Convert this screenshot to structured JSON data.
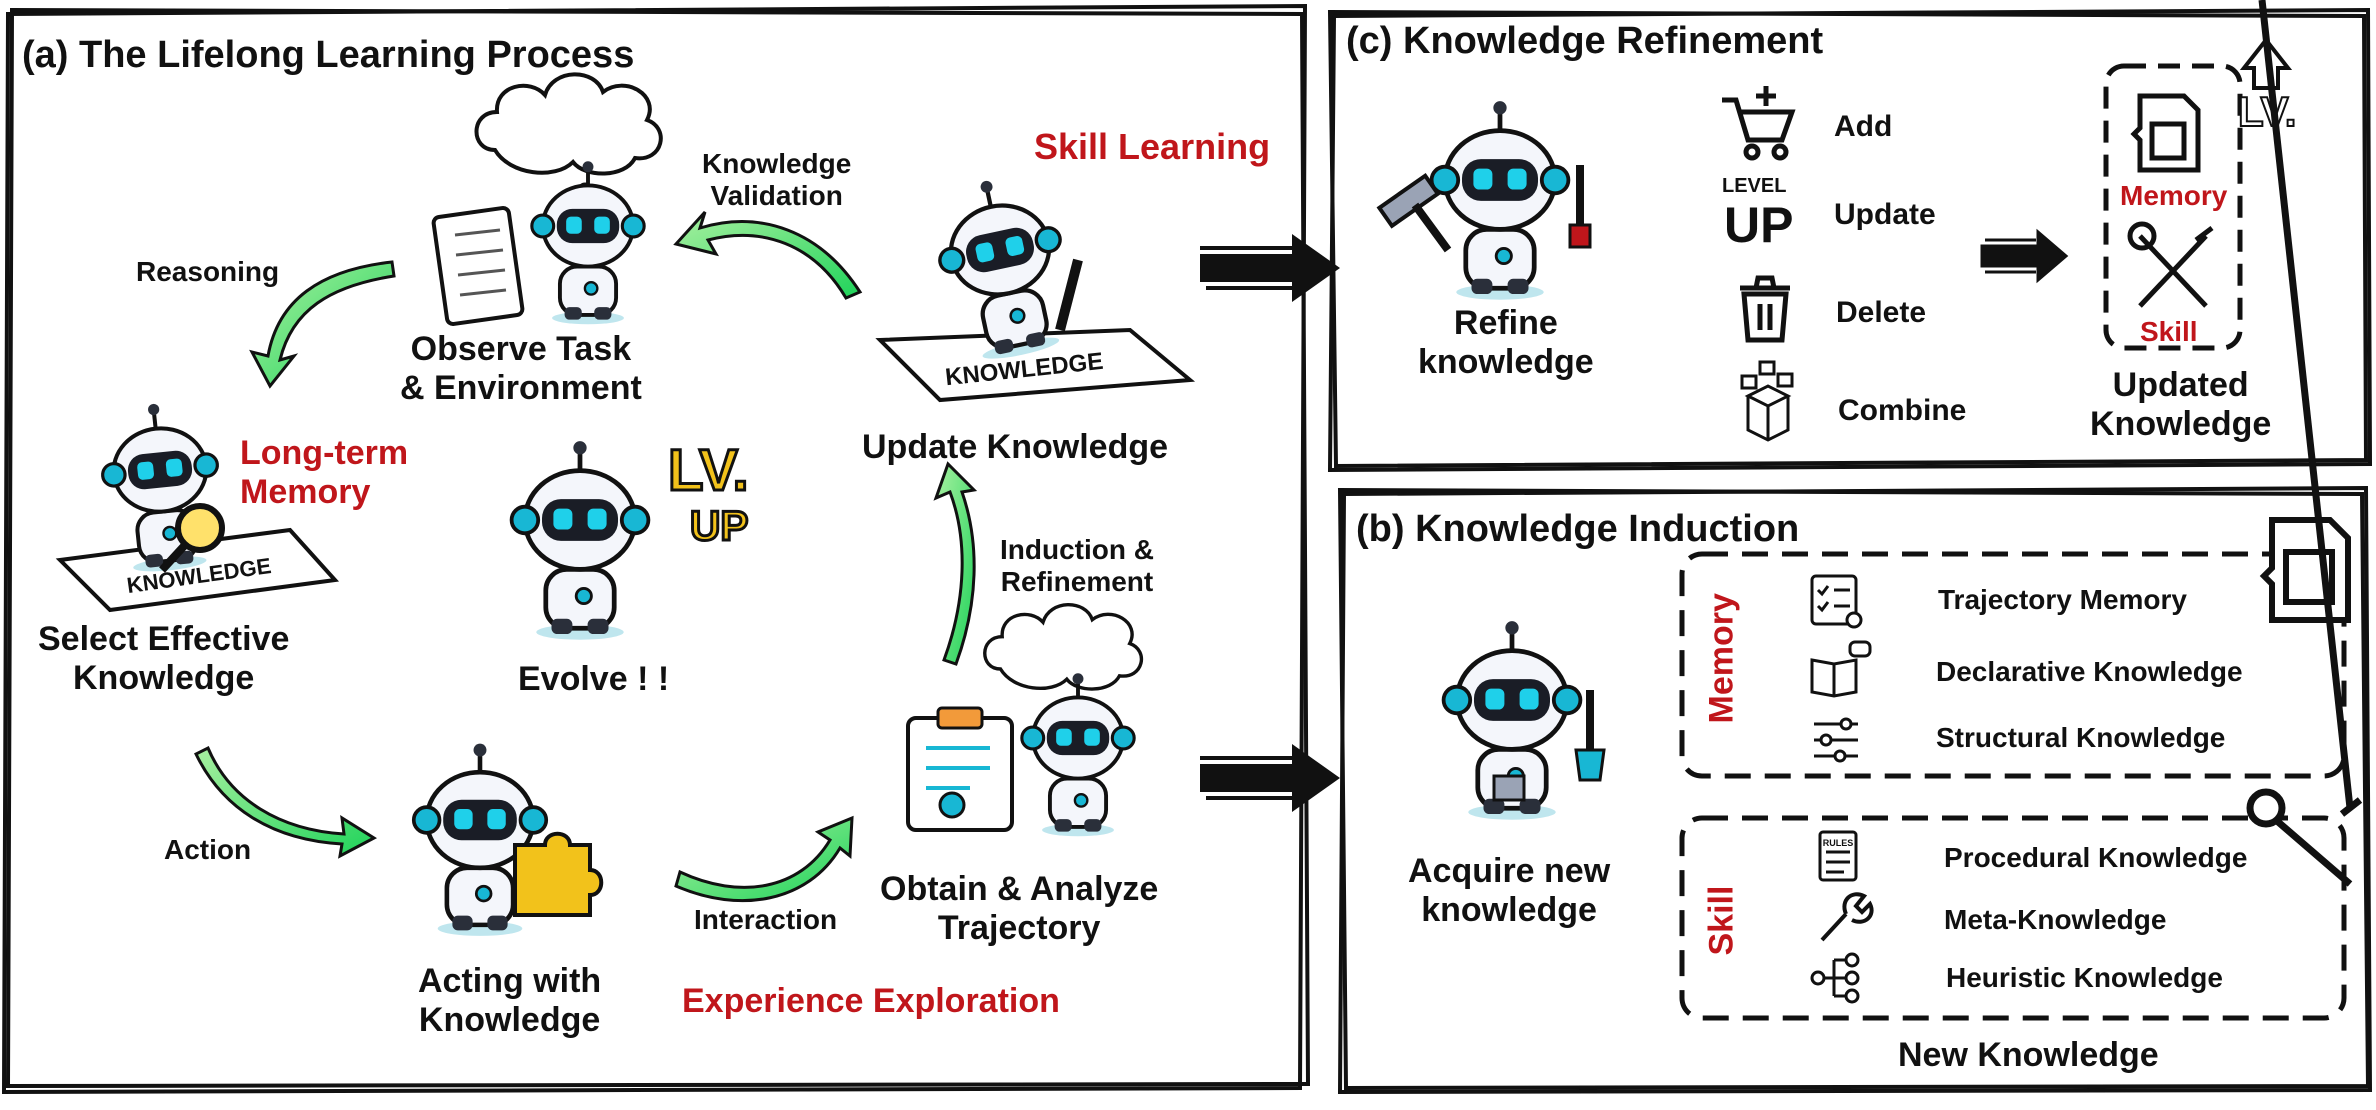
{
  "panel_a": {
    "title": "(a) The Lifelong Learning Process",
    "observe_task": "Observe Task\n& Environment",
    "select_knowledge": "Select Effective\nKnowledge",
    "acting": "Acting with\nKnowledge",
    "obtain_analyze": "Obtain & Analyze\nTrajectory",
    "update_knowledge": "Update Knowledge",
    "evolve": "Evolve ! !",
    "skill_learning": "Skill Learning",
    "long_term_memory": "Long-term\nMemory",
    "experience_exploration": "Experience Exploration",
    "edge_knowledge_validation": "Knowledge\nValidation",
    "edge_reasoning": "Reasoning",
    "edge_action": "Action",
    "edge_interaction": "Interaction",
    "edge_induction_refinement": "Induction &\nRefinement",
    "paper_text": "KNOWLEDGE",
    "lv_text": "LV.",
    "up_text": "UP"
  },
  "panel_c": {
    "title": "(c) Knowledge Refinement",
    "refine": "Refine\nknowledge",
    "ops": [
      "Add",
      "Update",
      "Delete",
      "Combine"
    ],
    "level_up_icon_text": [
      "LEVEL",
      "UP"
    ],
    "memory_label": "Memory",
    "skill_label": "Skill",
    "updated_knowledge": "Updated\nKnowledge",
    "lv_text": "LV."
  },
  "panel_b": {
    "title": "(b) Knowledge Induction",
    "acquire": "Acquire new\nknowledge",
    "memory_group_label": "Memory",
    "memory_items": [
      "Trajectory Memory",
      "Declarative Knowledge",
      "Structural Knowledge"
    ],
    "skill_group_label": "Skill",
    "skill_items": [
      "Procedural Knowledge",
      "Meta-Knowledge",
      "Heuristic Knowledge"
    ],
    "rules_icon_text": "RULES",
    "new_knowledge": "New Knowledge"
  },
  "colors": {
    "accent_red": "#c0161b",
    "arrow_green": "#3ee06a",
    "robot_cyan": "#18b7d4",
    "puzzle_yellow": "#f2c21b",
    "outline": "#111111"
  }
}
